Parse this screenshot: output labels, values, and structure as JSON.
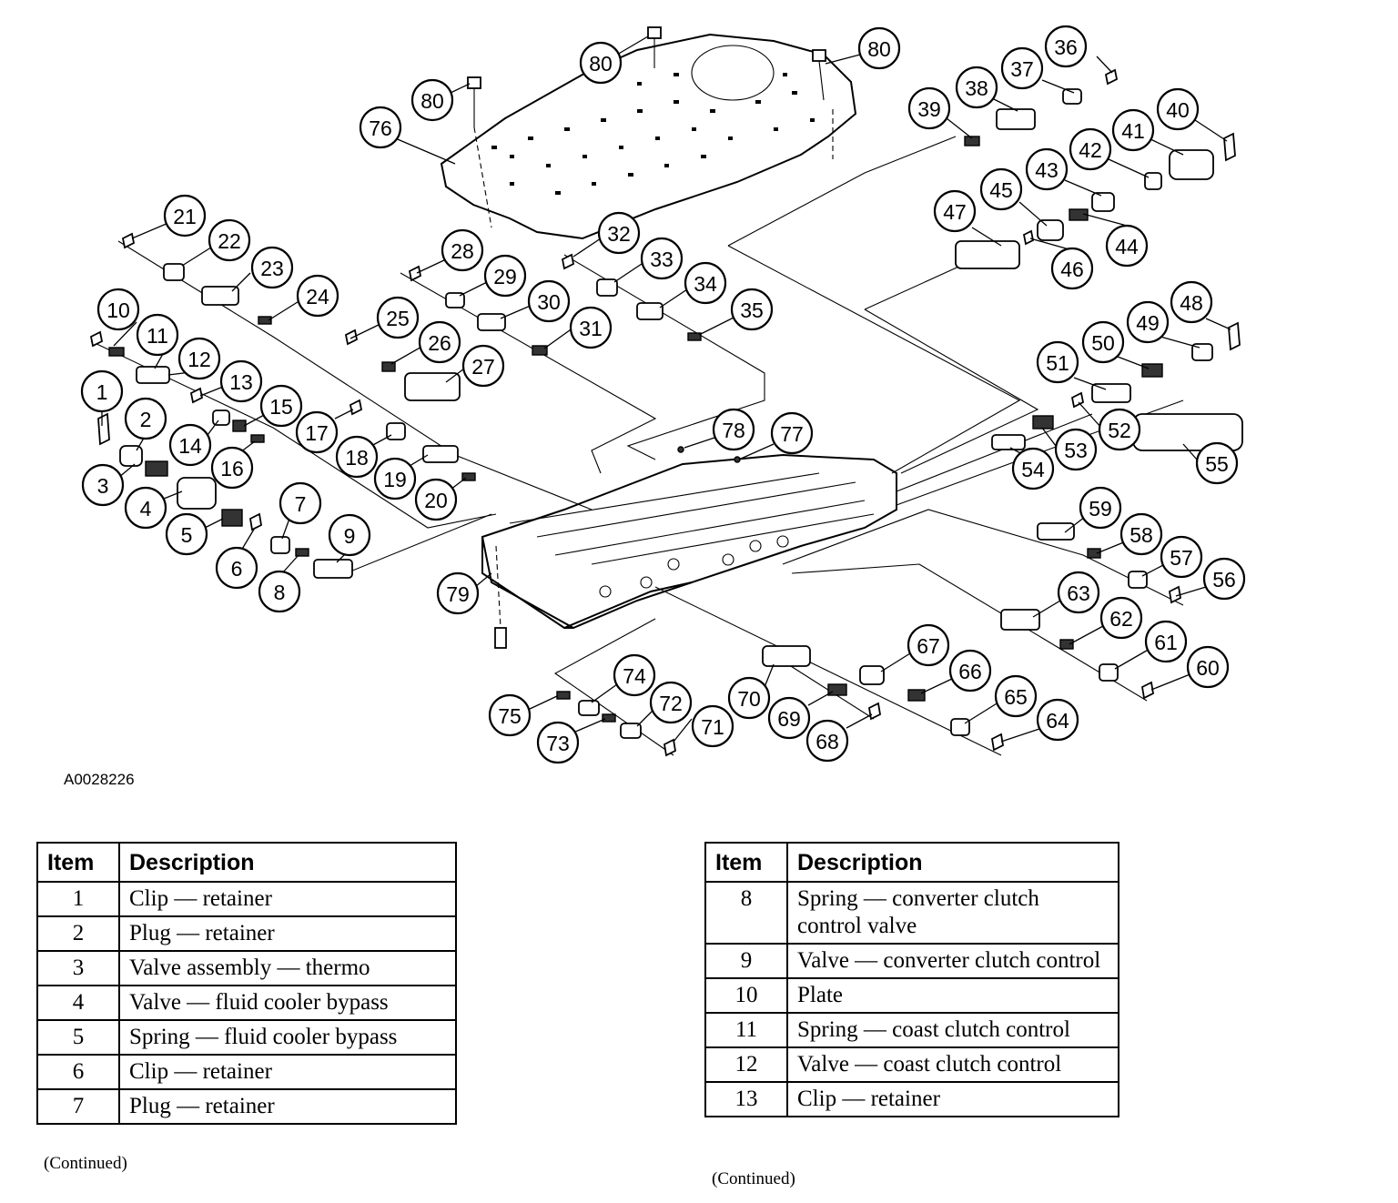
{
  "figure_id": "A0028226",
  "callouts": [
    "1",
    "2",
    "3",
    "4",
    "5",
    "6",
    "7",
    "8",
    "9",
    "10",
    "11",
    "12",
    "13",
    "14",
    "15",
    "16",
    "17",
    "18",
    "19",
    "20",
    "21",
    "22",
    "23",
    "24",
    "25",
    "26",
    "27",
    "28",
    "29",
    "30",
    "31",
    "32",
    "33",
    "34",
    "35",
    "36",
    "37",
    "38",
    "39",
    "40",
    "41",
    "42",
    "43",
    "44",
    "45",
    "46",
    "47",
    "48",
    "49",
    "50",
    "51",
    "52",
    "53",
    "54",
    "55",
    "56",
    "57",
    "58",
    "59",
    "60",
    "61",
    "62",
    "63",
    "64",
    "65",
    "66",
    "67",
    "68",
    "69",
    "70",
    "71",
    "72",
    "73",
    "74",
    "75",
    "76",
    "77",
    "78",
    "79",
    "80",
    "80",
    "80"
  ],
  "table_left": {
    "headers": {
      "item": "Item",
      "description": "Description"
    },
    "rows": [
      {
        "item": "1",
        "description": "Clip — retainer"
      },
      {
        "item": "2",
        "description": "Plug — retainer"
      },
      {
        "item": "3",
        "description": "Valve assembly — thermo"
      },
      {
        "item": "4",
        "description": "Valve — fluid cooler bypass"
      },
      {
        "item": "5",
        "description": "Spring — fluid cooler bypass"
      },
      {
        "item": "6",
        "description": "Clip — retainer"
      },
      {
        "item": "7",
        "description": "Plug — retainer"
      }
    ],
    "continued": "(Continued)"
  },
  "table_right": {
    "headers": {
      "item": "Item",
      "description": "Description"
    },
    "rows": [
      {
        "item": "8",
        "description": "Spring — converter clutch control valve"
      },
      {
        "item": "9",
        "description": "Valve — converter clutch control"
      },
      {
        "item": "10",
        "description": "Plate"
      },
      {
        "item": "11",
        "description": "Spring — coast clutch control"
      },
      {
        "item": "12",
        "description": "Valve — coast clutch control"
      },
      {
        "item": "13",
        "description": "Clip — retainer"
      }
    ],
    "continued": "(Continued)"
  }
}
